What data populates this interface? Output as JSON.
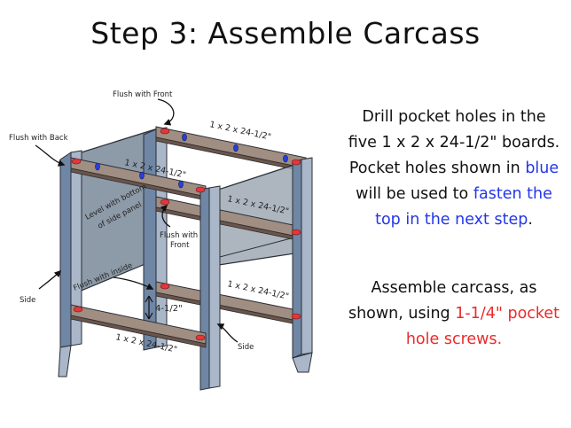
{
  "title": "Step 3: Assemble Carcass",
  "labels": {
    "flush_with_front_top": "Flush with Front",
    "flush_with_back": "Flush with Back",
    "level_with_bottom_line1": "Level with bottom",
    "level_with_bottom_line2": "of side panel",
    "flush_with_front_mid_line1": "Flush with",
    "flush_with_front_mid_line2": "Front",
    "flush_with_inside": "Flush with inside",
    "side_left": "Side",
    "side_right": "Side",
    "measure_gap": "4-1/2\"",
    "board_top_back": "1 x 2 x 24-1/2\"",
    "board_top_front": "1 x 2 x 24-1/2\"",
    "board_mid_front": "1 x 2 x 24-1/2\"",
    "board_low_back": "1 x 2 x 24-1/2\"",
    "board_low_front": "1 x 2 x 24-1/2\""
  },
  "instructions": {
    "p1_a": "Drill pocket holes in the five 1 x 2 x 24-1/2\" boards. Pocket holes shown in ",
    "p1_blue1": "blue",
    "p1_b": " will be used to ",
    "p1_blue2": "fasten the top in the next step",
    "p1_c": ".",
    "p2_a": "Assemble carcass, as shown, using ",
    "p2_red": "1-1/4\" pocket hole screws."
  },
  "colors": {
    "leg_front": "#a9b7c9",
    "leg_side": "#6f86a4",
    "panel": "#8d9aa8",
    "board_top": "#a08e82",
    "board_side": "#6b5448",
    "hole_red": "#e0383b",
    "hole_blue": "#2a3fd6",
    "text_blue": "#2336e8",
    "text_red": "#ec2a2a"
  }
}
